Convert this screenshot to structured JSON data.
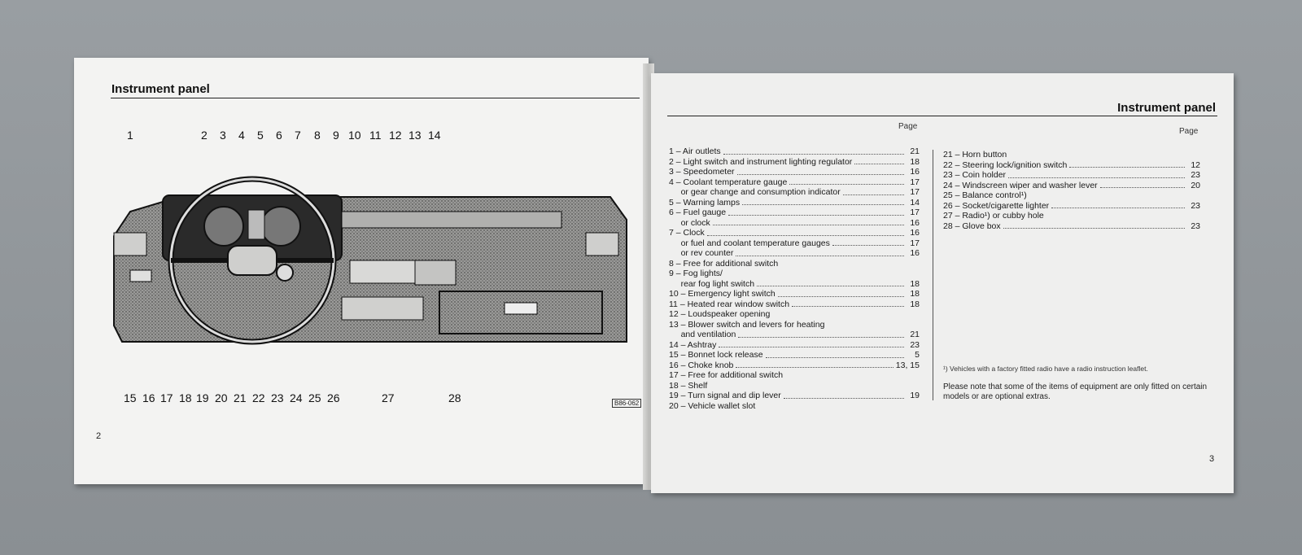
{
  "left_page": {
    "title": "Instrument panel",
    "page_number": "2",
    "diagram_code": "B86-062",
    "callouts_top": [
      "1",
      "2",
      "3",
      "4",
      "5",
      "6",
      "7",
      "8",
      "9",
      "10",
      "11",
      "12",
      "13",
      "14"
    ],
    "callouts_bottom": [
      "15",
      "16",
      "17",
      "18",
      "19",
      "20",
      "21",
      "22",
      "23",
      "24",
      "25",
      "26",
      "27",
      "28"
    ]
  },
  "right_page": {
    "title": "Instrument panel",
    "page_number": "3",
    "page_header_left": "Page",
    "page_header_right": "Page",
    "index_left": [
      {
        "label": "1 – Air outlets",
        "page": "21"
      },
      {
        "label": "2 – Light switch and instrument lighting regulator",
        "page": "18"
      },
      {
        "label": "3 – Speedometer",
        "page": "16"
      },
      {
        "label": "4 – Coolant temperature gauge",
        "page": "17"
      },
      {
        "label": "     or gear change and consumption indicator",
        "page": "17"
      },
      {
        "label": "5 – Warning lamps",
        "page": "14"
      },
      {
        "label": "6 – Fuel gauge",
        "page": "17"
      },
      {
        "label": "     or clock",
        "page": "16"
      },
      {
        "label": "7 – Clock",
        "page": "16"
      },
      {
        "label": "     or fuel and coolant temperature gauges",
        "page": "17"
      },
      {
        "label": "     or rev counter",
        "page": "16"
      },
      {
        "label": "8 – Free for additional switch",
        "page": ""
      },
      {
        "label": "9 – Fog lights/",
        "page": ""
      },
      {
        "label": "     rear fog light switch",
        "page": "18"
      },
      {
        "label": "10 – Emergency light switch",
        "page": "18"
      },
      {
        "label": "11 – Heated rear window switch",
        "page": "18"
      },
      {
        "label": "12 – Loudspeaker opening",
        "page": ""
      },
      {
        "label": "13 – Blower switch and levers for heating",
        "page": ""
      },
      {
        "label": "     and ventilation",
        "page": "21"
      },
      {
        "label": "14 – Ashtray",
        "page": "23"
      },
      {
        "label": "15 – Bonnet lock release",
        "page": "5"
      },
      {
        "label": "16 – Choke knob",
        "page": "13, 15"
      },
      {
        "label": "17 – Free for additional switch",
        "page": ""
      },
      {
        "label": "18 – Shelf",
        "page": ""
      },
      {
        "label": "19 – Turn signal and dip lever",
        "page": "19"
      },
      {
        "label": "20 – Vehicle wallet slot",
        "page": ""
      }
    ],
    "index_right": [
      {
        "label": "21 – Horn button",
        "page": ""
      },
      {
        "label": "22 – Steering lock/ignition switch",
        "page": "12"
      },
      {
        "label": "23 – Coin holder",
        "page": "23"
      },
      {
        "label": "24 – Windscreen wiper and washer lever",
        "page": "20"
      },
      {
        "label": "25 – Balance control¹)",
        "page": ""
      },
      {
        "label": "26 – Socket/cigarette lighter",
        "page": "23"
      },
      {
        "label": "27 – Radio¹) or cubby hole",
        "page": ""
      },
      {
        "label": "28 – Glove box",
        "page": "23"
      }
    ],
    "footnote": "¹) Vehicles with a factory fitted radio have a radio instruction leaflet.",
    "note": "Please note that some of the items of equipment are only fitted on certain models or are optional extras."
  }
}
